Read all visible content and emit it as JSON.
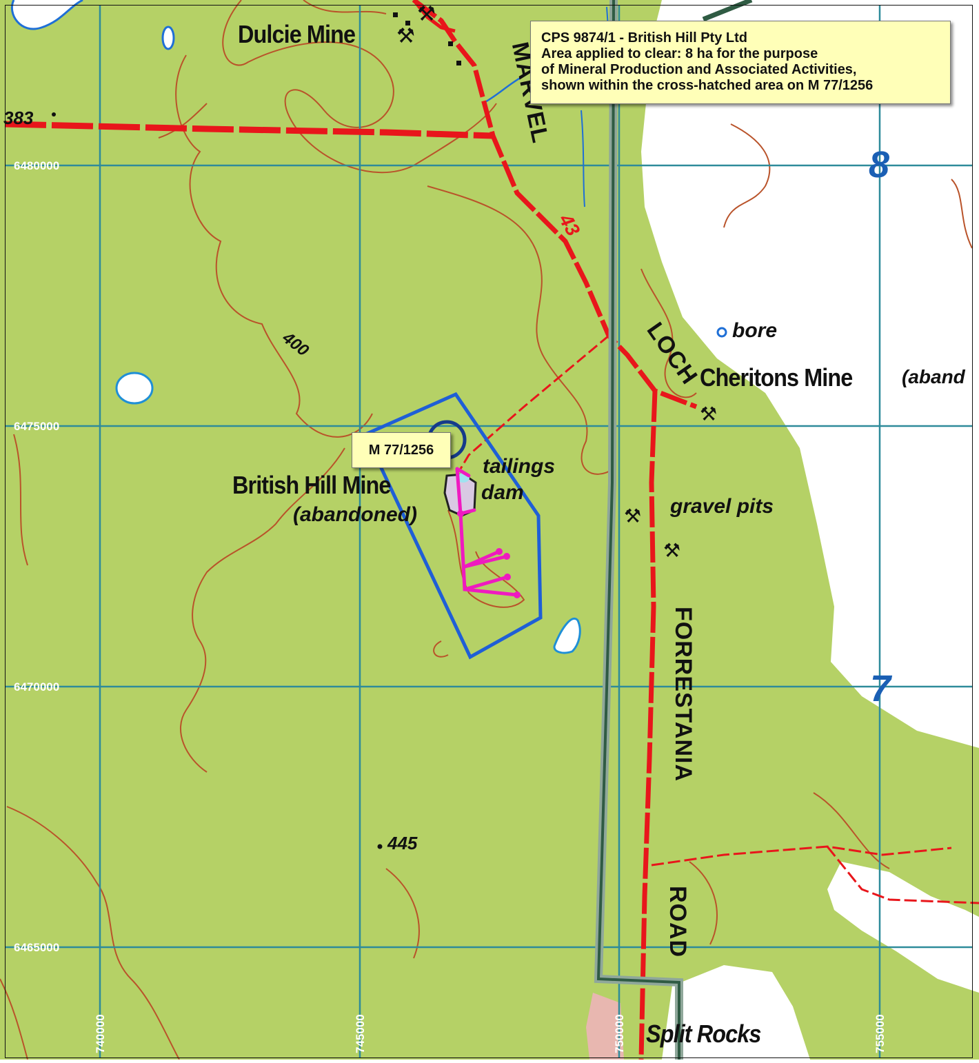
{
  "callout": {
    "line1": "CPS 9874/1 - British Hill Pty Ltd",
    "line2": "Area applied to clear: 8 ha for the purpose",
    "line3": "of Mineral Production and Associated Activities,",
    "line4": "shown within the cross-hatched area on M 77/1256"
  },
  "tenement_label": "M 77/1256",
  "places": {
    "dulcie_mine": "Dulcie Mine",
    "british_hill_mine": "British Hill Mine",
    "british_hill_status": "(abandoned)",
    "tailings_1": "tailings",
    "tailings_2": "dam",
    "cheritons_mine": "Cheritons Mine",
    "cheritons_status": "(aband",
    "bore": "bore",
    "gravel_pits": "gravel pits",
    "split_rocks": "Split Rocks"
  },
  "roads": {
    "marvel": "MARVEL",
    "loch": "LOCH",
    "forrestania": "FORRESTANIA",
    "road": "ROAD",
    "route_number": "43"
  },
  "spot_heights": {
    "h383": "383",
    "h400": "400",
    "h445": "445"
  },
  "grid": {
    "northings": [
      "6480000",
      "6475000",
      "6470000",
      "6465000"
    ],
    "eastings": [
      "740000",
      "745000",
      "750000",
      "755000"
    ],
    "sheet_numbers": [
      "8",
      "7"
    ]
  },
  "colors": {
    "land": "#b5d166",
    "cleared": "#ffffff",
    "grid_line": "#2e8b9a",
    "road": "#e8161b",
    "contour": "#b9532a",
    "boundary_blue": "#1f5fd6",
    "clearing_pink": "#ef1ac0",
    "rail_green": "#2f5b43",
    "callout_bg": "#ffffb8"
  }
}
